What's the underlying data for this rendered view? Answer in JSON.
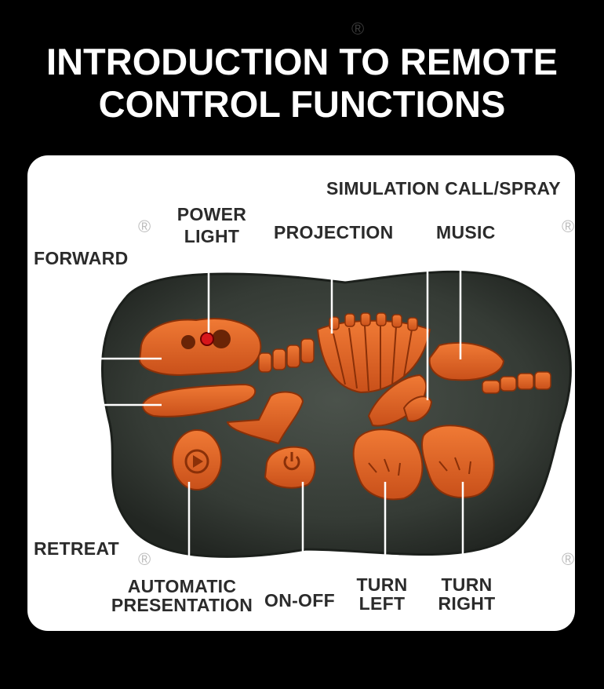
{
  "title": {
    "line1": "INTRODUCTION TO REMOTE",
    "line2": "CONTROL FUNCTIONS"
  },
  "colors": {
    "background": "#000000",
    "card": "#ffffff",
    "remote_body": "#3a403a",
    "bone": "#e8621e",
    "bone_dark": "#b8430f",
    "label": "#2b2b2b",
    "light_red": "#d8161b"
  },
  "labels": {
    "forward": "FORWARD",
    "power_light_1": "POWER",
    "power_light_2": "LIGHT",
    "projection": "PROJECTION",
    "simulation": "SIMULATION CALL/SPRAY",
    "music": "MUSIC",
    "retreat": "RETREAT",
    "automatic_1": "AUTOMATIC",
    "automatic_2": "PRESENTATION",
    "on_off": "ON-OFF",
    "turn_left_1": "TURN",
    "turn_left_2": "LEFT",
    "turn_right_1": "TURN",
    "turn_right_2": "RIGHT"
  },
  "watermark": {
    "registered": "®"
  },
  "icons": {
    "play": "play-icon",
    "power": "power-icon"
  }
}
